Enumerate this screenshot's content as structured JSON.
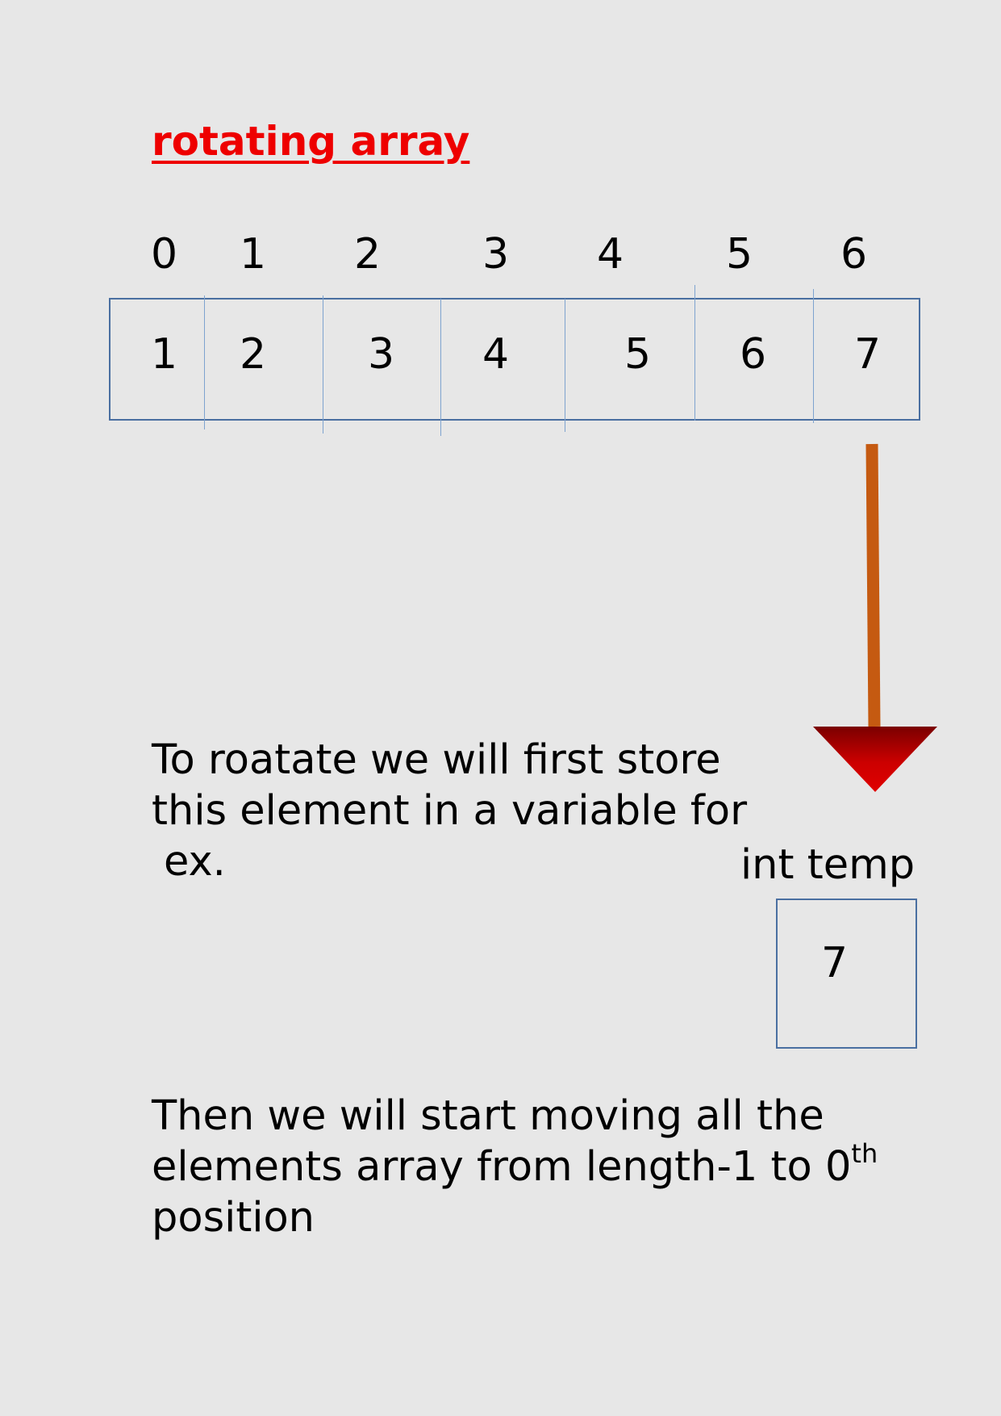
{
  "title": "rotating array",
  "indices": [
    "0",
    "1",
    "2",
    "3",
    "4",
    "5",
    "6"
  ],
  "values": [
    "1",
    "2",
    "3",
    "4",
    "5",
    "6",
    "7"
  ],
  "para1": {
    "line1": "To roatate we will first store",
    "line2": "this element in a variable for",
    "line3": "ex."
  },
  "temp": {
    "label": "int temp",
    "value": "7"
  },
  "para2": {
    "line1": "Then we will start moving all the",
    "line2_main": "elements array from length-1 to 0",
    "line2_sup": "th",
    "line3": "position"
  },
  "colors": {
    "title": "#ee0000",
    "arrow_shaft": "#c55a11",
    "arrow_head": "#cc0000",
    "box_border": "#4a6fa1"
  }
}
